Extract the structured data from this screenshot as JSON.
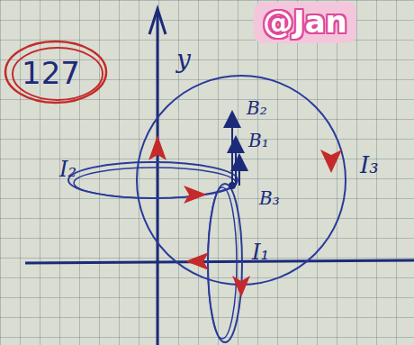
{
  "diagram": {
    "labels": [
      "127",
      "y",
      "B₂",
      "B₁",
      "B₃",
      "I₃",
      "I₂",
      "I₁",
      "@Jan"
    ]
  }
}
